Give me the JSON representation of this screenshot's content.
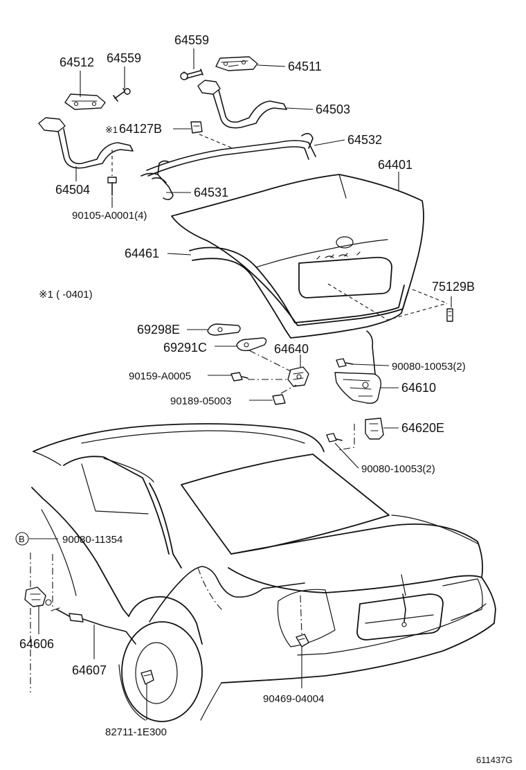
{
  "labels": {
    "p64559_a": "64559",
    "p64512": "64512",
    "p64559_b": "64559",
    "p64511": "64511",
    "p64503": "64503",
    "p64127b_mark": "※1",
    "p64127b": "64127B",
    "p64532": "64532",
    "p64401": "64401",
    "p64504": "64504",
    "p64531": "64531",
    "p90105": "90105-A0001(4)",
    "p64461": "64461",
    "p75129b": "75129B",
    "note_mark": "※1 (      -0401)",
    "p69298e": "69298E",
    "p69291c": "69291C",
    "p64640": "64640",
    "p90080_a": "90080-10053(2)",
    "p90159": "90159-A0005",
    "p64610": "64610",
    "p90189": "90189-05003",
    "p64620e": "64620E",
    "p90080_b": "90080-10053(2)",
    "b_circle": "B",
    "p90080_11354": "90080-11354",
    "p64606": "64606",
    "p64607": "64607",
    "p90469": "90469-04004",
    "p82711": "82711-1E300",
    "figure_code": "611437G"
  }
}
